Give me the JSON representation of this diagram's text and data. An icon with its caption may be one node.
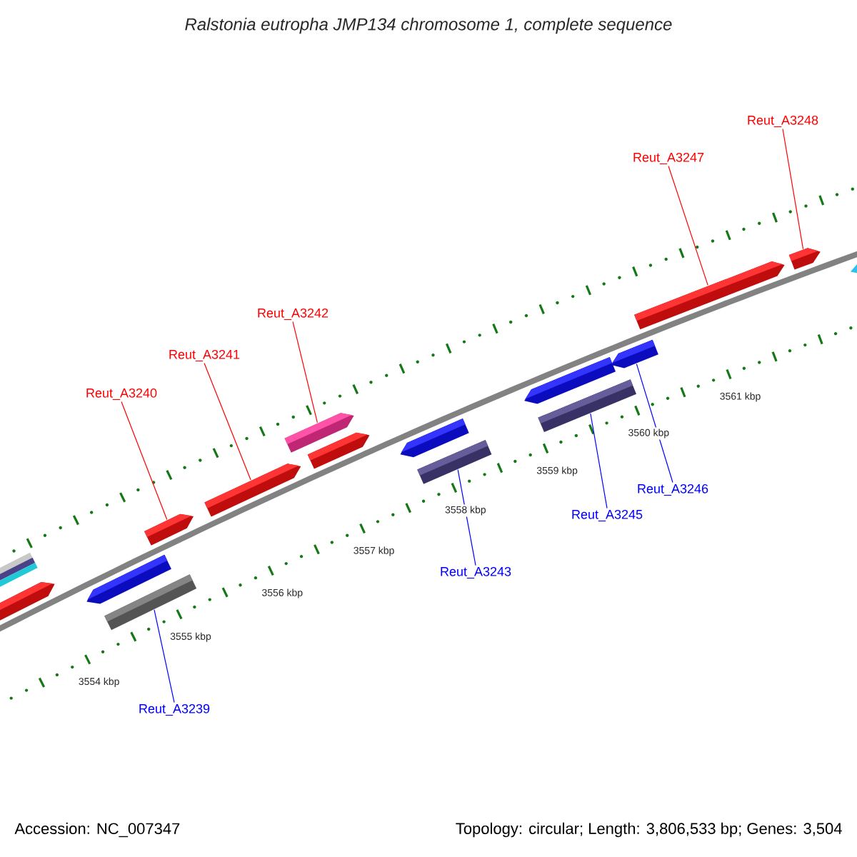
{
  "diagram": {
    "title": "Ralstonia eutropha JMP134 chromosome 1, complete sequence",
    "nodes": [
      {
        "text": [
          "Reut_A3248"
        ]
      },
      {
        "text": [
          "Reut_A3247"
        ]
      },
      {
        "text": [
          "Reut_A3242"
        ]
      },
      {
        "text": [
          "Reut_A3241"
        ]
      },
      {
        "text": [
          "Reut_A3240"
        ]
      },
      {
        "text": [
          "Reut_A3246"
        ]
      },
      {
        "text": [
          "Reut_A3245"
        ]
      },
      {
        "text": [
          "Reut_A3243"
        ]
      },
      {
        "text": [
          "Reut_A3239"
        ]
      },
      {
        "text": [],
        "shape": "pentagon"
      },
      {
        "text": [],
        "shape": "pentagon"
      },
      {
        "text": [],
        "shape": "bar"
      },
      {
        "text": [],
        "shape": "pentagon"
      },
      {
        "text": [],
        "shape": "pentagon"
      },
      {
        "text": [],
        "shape": "pentagon"
      },
      {
        "text": [],
        "shape": "pentagon"
      },
      {
        "text": [],
        "shape": "pentagon"
      },
      {
        "text": [],
        "shape": "bar"
      },
      {
        "text": [],
        "shape": "pentagon"
      },
      {
        "text": [],
        "shape": "bar"
      },
      {
        "text": [],
        "shape": "pentagon"
      },
      {
        "text": [],
        "shape": "pentagon"
      },
      {
        "text": [],
        "shape": "pentagon"
      }
    ],
    "edges": [
      {
        "from": 0,
        "to": 22,
        "arrow": "none"
      },
      {
        "from": 1,
        "to": 21,
        "arrow": "none"
      },
      {
        "from": 2,
        "to": 14,
        "arrow": "none"
      },
      {
        "from": 3,
        "to": 13,
        "arrow": "none"
      },
      {
        "from": 4,
        "to": 12,
        "arrow": "none"
      },
      {
        "from": 5,
        "to": 20,
        "arrow": "none",
        "color": "#0000ff"
      },
      {
        "from": 6,
        "to": 19,
        "arrow": "none",
        "color": "#0000ff"
      },
      {
        "from": 7,
        "to": 17,
        "arrow": "none",
        "color": "#0000ff"
      },
      {
        "from": 8,
        "to": 11,
        "arrow": "none",
        "color": "#0000ff"
      }
    ],
    "labels": [
      "3554 kbp",
      "3555 kbp",
      "3556 kbp",
      "3557 kbp",
      "3558 kbp",
      "3559 kbp",
      "3560 kbp",
      "3561 kbp",
      "Accession: NC_007347",
      "Topology: circular; Length: 3,806,533 bp; Genes: 3,504"
    ]
  }
}
